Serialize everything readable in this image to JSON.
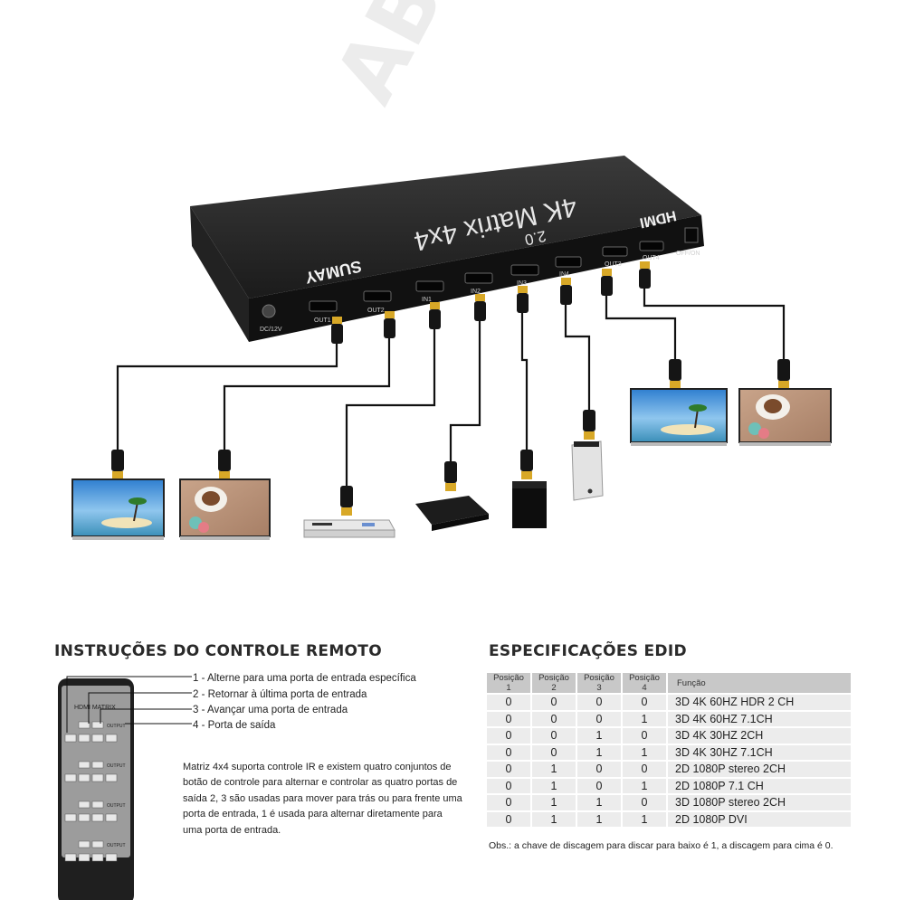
{
  "device": {
    "brand": "SUMAY",
    "model_label": "4K Matrix 4x4",
    "hdmi_version": "2.0",
    "hdmi_logo": "HDMI",
    "power_label": "DC/12V",
    "switch_label": "OFF/ON",
    "port_labels": [
      "OUT1",
      "OUT2",
      "IN1",
      "IN2",
      "IN3",
      "IN4",
      "OUT3",
      "OUT4"
    ]
  },
  "watermark_text": "ABC SUPORTES",
  "remote_section": {
    "title": "INSTRUÇÕES DO CONTROLE REMOTO",
    "remote_label": "HDMI MATRIX",
    "remote_output_label": "OUTPUT",
    "instructions": [
      "1 - Alterne para uma porta de entrada específica",
      "2 - Retornar à última porta de entrada",
      "3 - Avançar uma porta de entrada",
      "4 - Porta de saída"
    ],
    "description": "Matriz 4x4 suporta controle IR e existem quatro conjuntos de botão de controle para alternar e controlar as quatro portas de saída 2, 3 são usadas para mover para trás ou para frente uma porta de entrada, 1 é usada para alternar diretamente para uma porta de entrada."
  },
  "edid_section": {
    "title": "ESPECIFICAÇÕES EDID",
    "headers": [
      "Posição 1",
      "Posição 2",
      "Posição 3",
      "Posição 4",
      "Função"
    ],
    "rows": [
      [
        "0",
        "0",
        "0",
        "0",
        "3D 4K 60HZ HDR 2 CH"
      ],
      [
        "0",
        "0",
        "0",
        "1",
        "3D 4K 60HZ 7.1CH"
      ],
      [
        "0",
        "0",
        "1",
        "0",
        "3D 4K 30HZ 2CH"
      ],
      [
        "0",
        "0",
        "1",
        "1",
        "3D 4K 30HZ 7.1CH"
      ],
      [
        "0",
        "1",
        "0",
        "0",
        "2D 1080P stereo 2CH"
      ],
      [
        "0",
        "1",
        "0",
        "1",
        "2D 1080P 7.1 CH"
      ],
      [
        "0",
        "1",
        "1",
        "0",
        "3D 1080P stereo 2CH"
      ],
      [
        "0",
        "1",
        "1",
        "1",
        "2D 1080P DVI"
      ]
    ],
    "note": "Obs.: a chave de discagem para discar para baixo é 1, a discagem para cima é 0."
  }
}
